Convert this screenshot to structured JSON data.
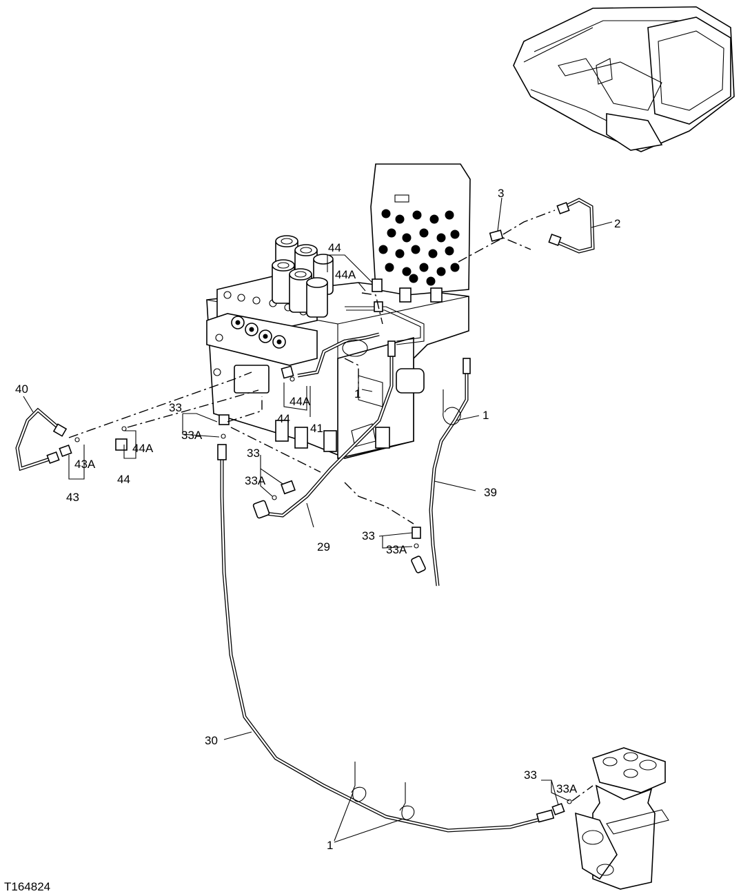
{
  "figure_id": "T164824",
  "callouts": {
    "c40": "40",
    "c43a": "43A",
    "c43": "43",
    "c44a_left": "44A",
    "c44_left": "44",
    "c33_top": "33",
    "c33a_top": "33A",
    "c44_top": "44",
    "c44a_top": "44A",
    "c1_mid": "1",
    "c44a_mid": "44A",
    "c44_mid": "44",
    "c41": "41",
    "c33_mid": "33",
    "c33a_mid": "33A",
    "c29": "29",
    "c33_low": "33",
    "c33a_low": "33A",
    "c3": "3",
    "c2": "2",
    "c1_right": "1",
    "c39": "39",
    "c30": "30",
    "c1_bottom": "1",
    "c33_swivel": "33",
    "c33a_swivel": "33A"
  }
}
